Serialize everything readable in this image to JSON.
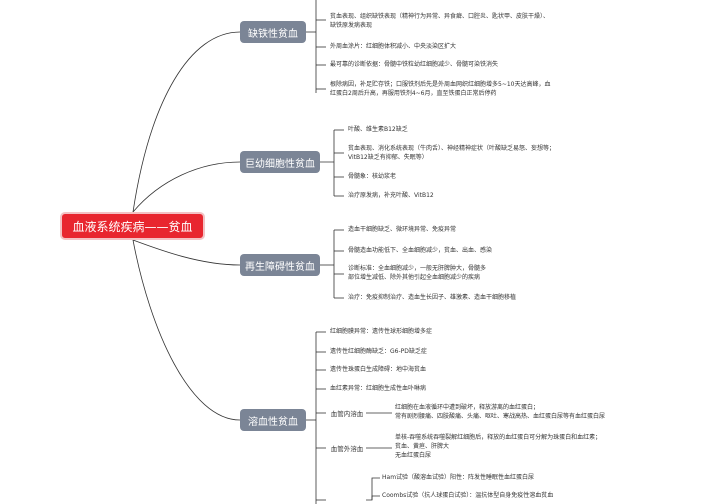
{
  "root": "血液系统疾病——贫血",
  "branches": [
    {
      "label": "缺铁性贫血",
      "leaves": [
        "贫血表现、组织缺铁表现（精神行为异常、异食癖、口腔炎、匙状甲、皮肤干燥）、\n缺铁原发病表现",
        "外周血涂片：红细胞体积减小、中央淡染区扩大",
        "最可靠的诊断依据：骨髓中铁粒幼红细胞减少、骨髓可染铁消失",
        "根除病因，补足贮存铁；口服铁剂后先是外周血网织红细胞增多5~10天达高峰，血\n红蛋白2周后升高，再服用铁剂4~6月，直至铁蛋白正常后停药"
      ]
    },
    {
      "label": "巨幼细胞性贫血",
      "leaves": [
        "叶酸、维生素B12缺乏",
        "贫血表现、消化系统表现（牛肉舌）、神经精神症状（叶酸缺乏易怒、妄想等；\nVitB12缺乏有抑郁、失眠等）",
        "骨髓象：核幼浆老",
        "治疗原发病，补充叶酸、VitB12"
      ]
    },
    {
      "label": "再生障碍性贫血",
      "leaves": [
        "造血干细胞缺乏、微环境异常、免疫异常",
        "骨髓造血功能低下、全血细胞减少，贫血、出血、感染",
        "诊断标准：全血细胞减少，一般无肝脾肿大，骨髓多\n部位增生减低、除外其他引起全血细胞减少的疾病",
        "治疗：免疫抑制治疗、造血生长因子、雄激素、造血干细胞移植"
      ]
    },
    {
      "label": "溶血性贫血",
      "leaves": [
        "红细胞膜异常：遗传性球形细胞增多症",
        "遗传性红细胞酶缺乏：G6-PD缺乏症",
        "遗传性珠蛋白生成障碍：地中海贫血",
        "血红素异常：红细胞生成性血卟啉病"
      ],
      "subgroups": [
        {
          "label": "血管内溶血",
          "leaves": [
            "红细胞在血液循环中遭到破坏，释放游离的血红蛋白；\n常有剧烈腰痛、四肢酸痛、头痛、呕吐、寒战高热、血红蛋白尿等有血红蛋白尿"
          ]
        },
        {
          "label": "血管外溶血",
          "leaves": [
            "单核-吞噬系统吞噬裂解红细胞后，释放的血红蛋白可分解为珠蛋白和血红素；\n贫血、黄疸、肝脾大\n无血红蛋白尿"
          ]
        },
        {
          "label": "",
          "leaves": [
            "Ham试验（酸溶血试验）阳性：阵发性睡眠性血红蛋白尿",
            "Coombs试验（抗人球蛋白试验）：温抗体型自身免疫性溶血贫血"
          ]
        }
      ]
    }
  ],
  "colors": {
    "root": "#e8262f",
    "branch": "#7b8596",
    "line": "#333333"
  }
}
